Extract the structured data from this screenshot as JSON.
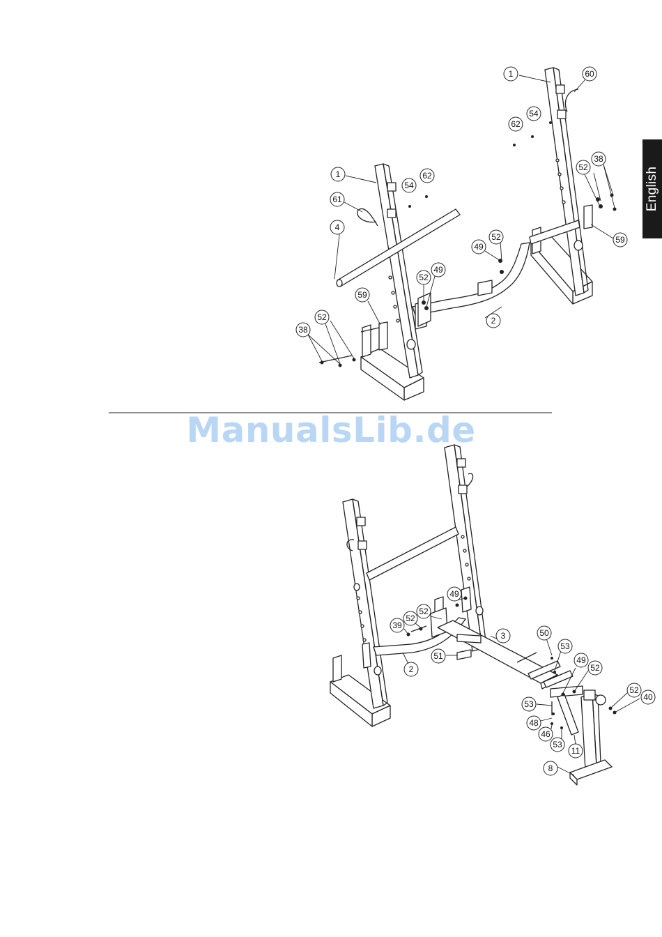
{
  "page": {
    "side_tab": "English",
    "watermark": "ManualsLib.de"
  },
  "diagram": {
    "top": {
      "callouts": [
        "1",
        "60",
        "62",
        "54",
        "38",
        "52",
        "59",
        "49",
        "52",
        "2",
        "52",
        "49",
        "1",
        "54",
        "62",
        "61",
        "4",
        "59",
        "52",
        "38"
      ]
    },
    "bottom": {
      "callouts": [
        "49",
        "52",
        "52",
        "39",
        "3",
        "50",
        "53",
        "51",
        "2",
        "49",
        "52",
        "52",
        "40",
        "53",
        "48",
        "46",
        "53",
        "11",
        "8"
      ]
    }
  }
}
